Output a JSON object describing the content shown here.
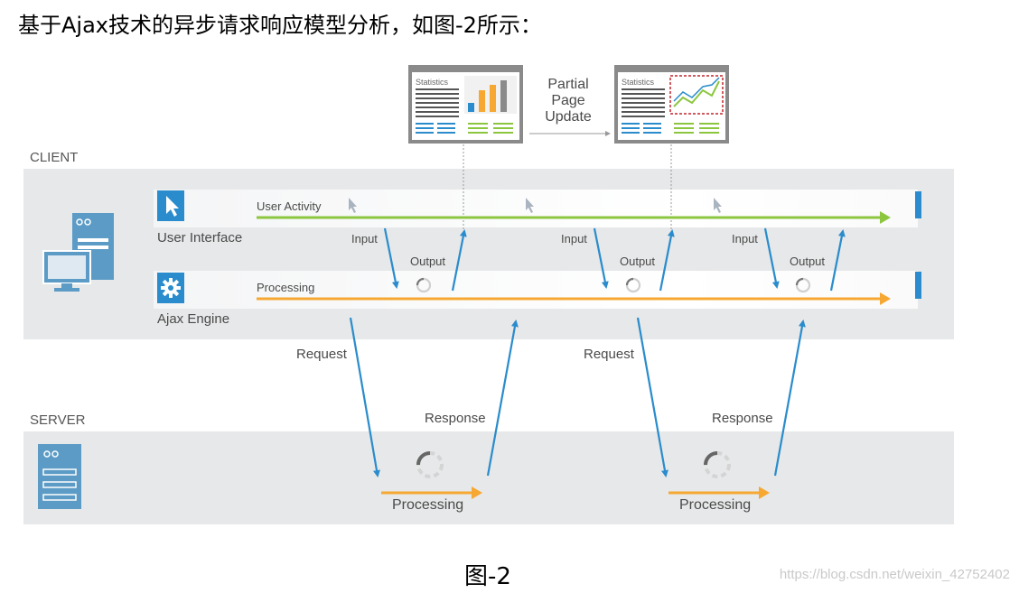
{
  "heading": "基于Ajax技术的异步请求响应模型分析，如图-2所示：",
  "sections": {
    "client": "CLIENT",
    "server": "SERVER"
  },
  "lanes": {
    "ui_label": "User Interface",
    "ui_activity": "User Activity",
    "engine_label": "Ajax Engine",
    "engine_activity": "Processing"
  },
  "partial_update": [
    "Partial",
    "Page",
    "Update"
  ],
  "screens": {
    "left_title": "Statistics",
    "right_title": "Statistics"
  },
  "flow_labels": {
    "input": "Input",
    "output": "Output",
    "request": "Request",
    "response": "Response",
    "server_processing": "Processing"
  },
  "caption": "图-2",
  "watermark": "https://blog.csdn.net/weixin_42752402",
  "colors": {
    "blue": "#2a8ccc",
    "green": "#8cc63f",
    "orange": "#f6a832",
    "band": "#e7e8e9"
  }
}
